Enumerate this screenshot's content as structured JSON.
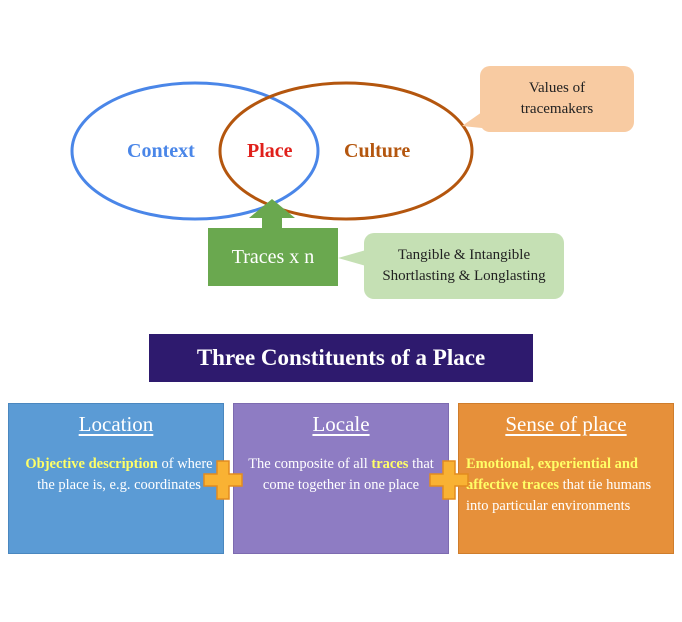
{
  "venn": {
    "left_label": "Context",
    "center_label": "Place",
    "right_label": "Culture"
  },
  "callouts": {
    "values": [
      "Values of",
      "tracemakers"
    ],
    "tangible": [
      "Tangible & Intangible",
      "Shortlasting & Longlasting"
    ]
  },
  "traces_label": "Traces x n",
  "title": "Three Constituents of a Place",
  "cards": {
    "location": {
      "title": "Location",
      "highlight": "Objective description",
      "text_after": " of where the place is, e.g. coordinates"
    },
    "locale": {
      "title": "Locale",
      "text_before": "The composite of all ",
      "highlight": "traces",
      "text_after": " that come together in one place"
    },
    "sense": {
      "title": "Sense of place",
      "highlight": "Emotional, experiential and affective traces",
      "text_after": " that tie humans into particular environments"
    }
  },
  "colors": {
    "context": "#4a86e8",
    "place": "#e0201b",
    "culture": "#b4560e",
    "traces_arrow": "#6aa84f",
    "highlight": "#ffff66",
    "plus": "#f9b233"
  }
}
